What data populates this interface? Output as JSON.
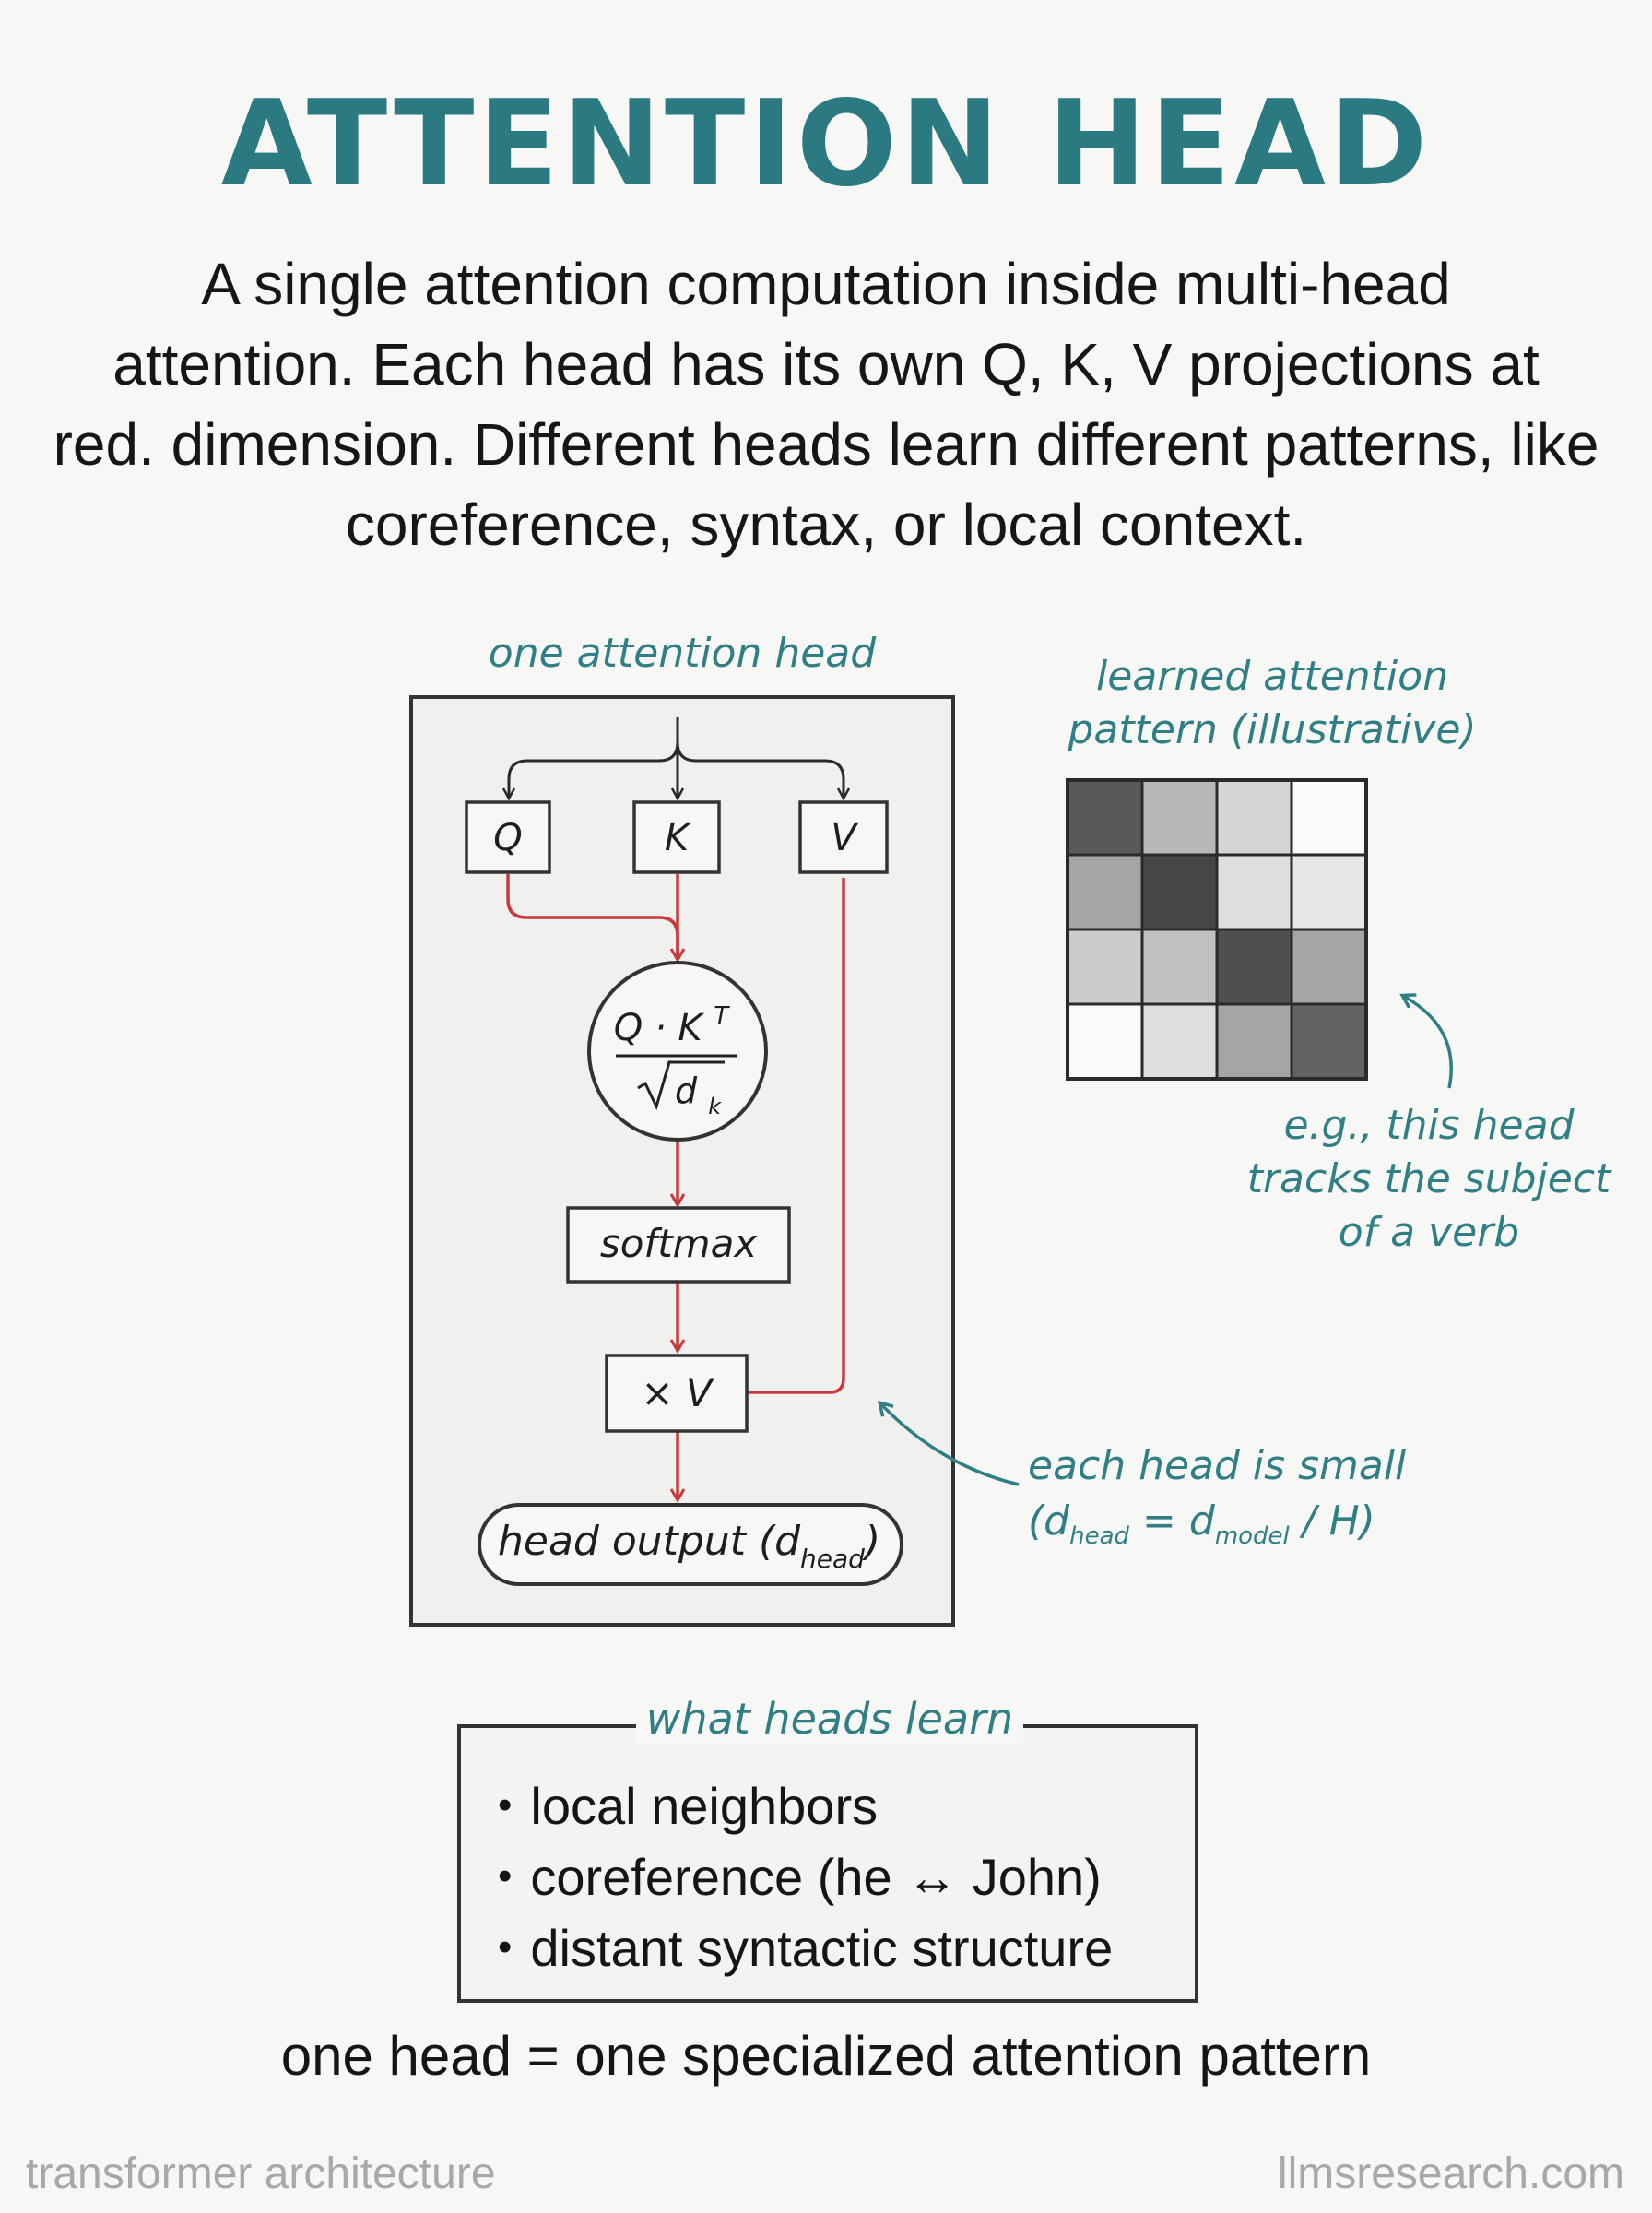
{
  "title": "ATTENTION HEAD",
  "intro_lines": [
    "A single attention computation inside multi-head",
    "attention. Each head has its own Q, K, V projections at",
    "red. dimension. Different heads learn different patterns, like",
    "coreference, syntax, or local context."
  ],
  "head_box": {
    "label": "one attention head",
    "q": "Q",
    "k": "K",
    "v": "V",
    "score_numerator": "Q · K",
    "score_numerator_sup": "T",
    "score_denominator": "d",
    "score_denominator_sub": "k",
    "softmax": "softmax",
    "times_v": "× V",
    "output": "head output (d",
    "output_sub": "head",
    "output_close": ")"
  },
  "pattern": {
    "label_line1": "learned attention",
    "label_line2": "pattern (illustrative)",
    "grid": [
      [
        0.85,
        0.35,
        0.2,
        0.0
      ],
      [
        0.45,
        0.95,
        0.15,
        0.1
      ],
      [
        0.25,
        0.3,
        0.9,
        0.45
      ],
      [
        0.0,
        0.15,
        0.45,
        0.8
      ]
    ]
  },
  "annotations": {
    "subject_verb": [
      "e.g., this head",
      "tracks the subject",
      "of a verb"
    ],
    "small_head_line1": "each head is small",
    "small_head_open": "(d",
    "small_head_sub1": "head",
    "small_head_eq": " = d",
    "small_head_sub2": "model",
    "small_head_close": " / H)"
  },
  "what_heads_learn": {
    "title": "what heads learn",
    "items": [
      "local neighbors",
      "coreference (he ↔ John)",
      "distant syntactic structure"
    ]
  },
  "tagline": "one head = one specialized attention pattern",
  "footer": {
    "left": "transformer architecture",
    "right": "llmsresearch.com"
  },
  "colors": {
    "title": "#2b7a82",
    "annotation": "#2f7f84",
    "flow_arrow": "#c83a3a",
    "ink": "#2a2a2a"
  }
}
